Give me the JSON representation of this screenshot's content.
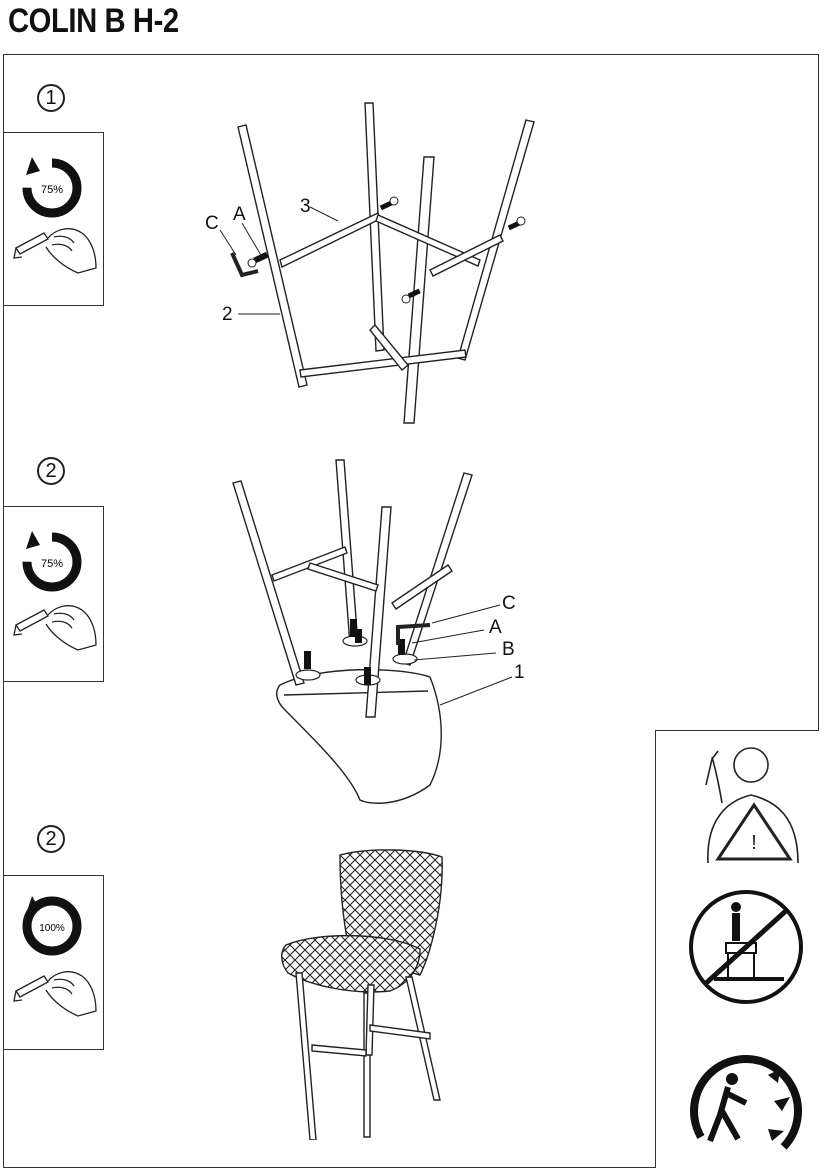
{
  "title": "COLIN B H-2",
  "steps": [
    {
      "number": "1",
      "torque": "75%"
    },
    {
      "number": "2",
      "torque": "75%"
    },
    {
      "number": "2",
      "torque": "100%"
    }
  ],
  "step1_labels": {
    "C": "C",
    "A": "A",
    "three": "3",
    "two": "2"
  },
  "step2_labels": {
    "C": "C",
    "A": "A",
    "B": "B",
    "one": "1"
  },
  "icons": [
    "warning-person-icon",
    "no-standing-on-chair-icon",
    "tipping-hazard-icon"
  ]
}
